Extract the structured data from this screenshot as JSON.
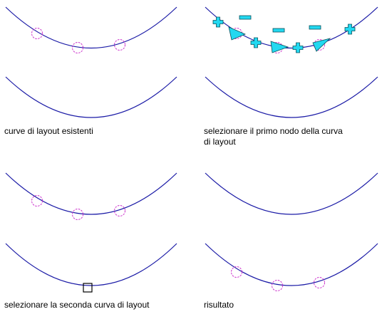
{
  "colors": {
    "curve": "#1a1aa6",
    "node_marker": "#cc33cc",
    "grip_fill": "#22d8f0",
    "grip_stroke": "#0b4f5a",
    "selection_box": "#000000"
  },
  "panels": [
    {
      "caption": "curve di layout esistenti"
    },
    {
      "caption": "selezionare il primo nodo della curva\ndi layout"
    },
    {
      "caption": "selezionare la seconda curva di layout"
    },
    {
      "caption": "risultato"
    }
  ]
}
